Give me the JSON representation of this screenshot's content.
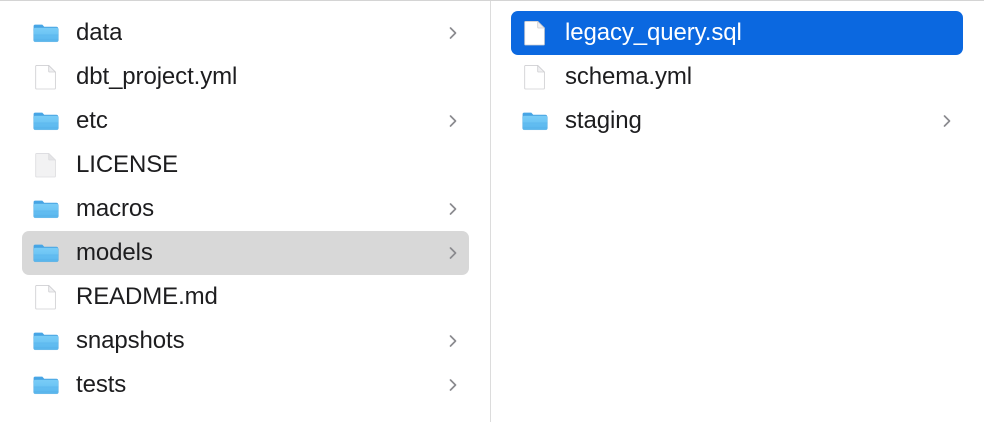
{
  "window": {
    "view": "column-view",
    "accent_color": "#0b68e0",
    "inactive_selection_color": "#d8d8d8",
    "divider_color": "#dcdcdc",
    "folder_icon_color": "#51b5f0",
    "text_color": "#1d1d1f",
    "selected_text_color": "#ffffff"
  },
  "columns": [
    {
      "name": "project-root-column",
      "items": [
        {
          "label": "data",
          "kind": "folder",
          "icon": "folder-icon",
          "has_chevron": true,
          "selected": false,
          "selection_state": "none"
        },
        {
          "label": "dbt_project.yml",
          "kind": "file",
          "icon": "document-icon",
          "has_chevron": false,
          "selected": false,
          "selection_state": "none"
        },
        {
          "label": "etc",
          "kind": "folder",
          "icon": "folder-icon",
          "has_chevron": true,
          "selected": false,
          "selection_state": "none"
        },
        {
          "label": "LICENSE",
          "kind": "file",
          "icon": "plain-document-icon",
          "has_chevron": false,
          "selected": false,
          "selection_state": "none"
        },
        {
          "label": "macros",
          "kind": "folder",
          "icon": "folder-icon",
          "has_chevron": true,
          "selected": false,
          "selection_state": "none"
        },
        {
          "label": "models",
          "kind": "folder",
          "icon": "folder-icon",
          "has_chevron": true,
          "selected": true,
          "selection_state": "inactive"
        },
        {
          "label": "README.md",
          "kind": "file",
          "icon": "document-icon",
          "has_chevron": false,
          "selected": false,
          "selection_state": "none"
        },
        {
          "label": "snapshots",
          "kind": "folder",
          "icon": "folder-icon",
          "has_chevron": true,
          "selected": false,
          "selection_state": "none"
        },
        {
          "label": "tests",
          "kind": "folder",
          "icon": "folder-icon",
          "has_chevron": true,
          "selected": false,
          "selection_state": "none"
        }
      ]
    },
    {
      "name": "models-folder-column",
      "items": [
        {
          "label": "legacy_query.sql",
          "kind": "file",
          "icon": "document-icon",
          "has_chevron": false,
          "selected": true,
          "selection_state": "active"
        },
        {
          "label": "schema.yml",
          "kind": "file",
          "icon": "document-icon",
          "has_chevron": false,
          "selected": false,
          "selection_state": "none"
        },
        {
          "label": "staging",
          "kind": "folder",
          "icon": "folder-icon",
          "has_chevron": true,
          "selected": false,
          "selection_state": "none"
        }
      ]
    }
  ]
}
